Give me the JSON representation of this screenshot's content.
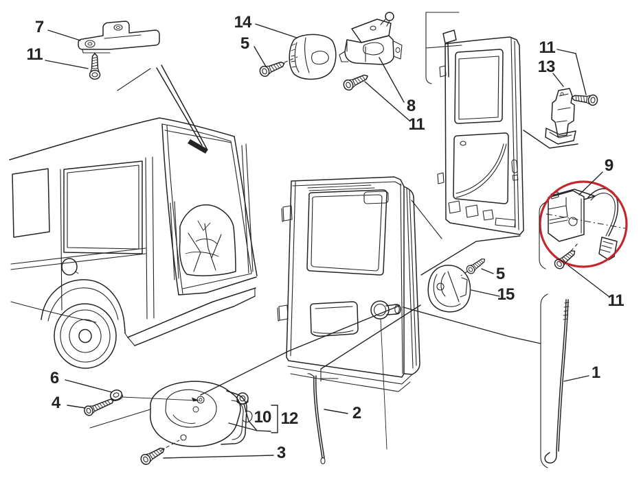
{
  "figure": {
    "type": "exploded-parts-diagram",
    "background": "#ffffff",
    "line_color": "#232323",
    "highlight_color": "#c4262e",
    "highlighted_part": "9"
  },
  "callouts": [
    {
      "label": "7"
    },
    {
      "label": "11"
    },
    {
      "label": "14"
    },
    {
      "label": "5"
    },
    {
      "label": "8"
    },
    {
      "label": "11"
    },
    {
      "label": "11"
    },
    {
      "label": "13"
    },
    {
      "label": "9"
    },
    {
      "label": "5"
    },
    {
      "label": "15"
    },
    {
      "label": "11"
    },
    {
      "label": "1"
    },
    {
      "label": "2"
    },
    {
      "label": "6"
    },
    {
      "label": "4"
    },
    {
      "label": "10"
    },
    {
      "label": "12"
    },
    {
      "label": "3"
    }
  ]
}
